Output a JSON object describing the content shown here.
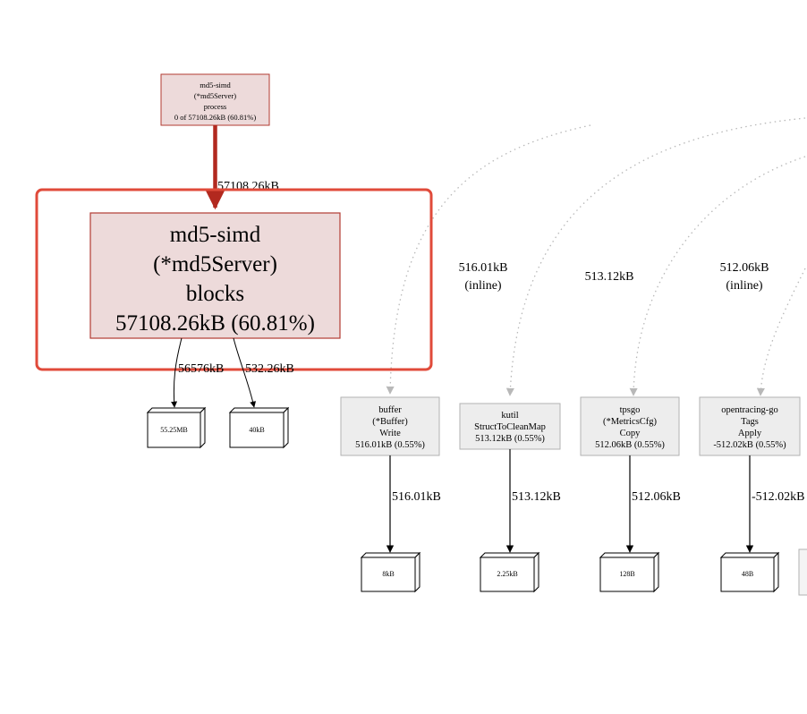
{
  "colors": {
    "hot_fill": "#eddada",
    "hot_stroke": "#b23b32",
    "hot_edge": "#b2291f",
    "highlight": "#e04a3a",
    "node_fill": "#ededed",
    "node_stroke": "#b2b2b2",
    "edge": "#000000",
    "dotted_edge": "#b8b8b8"
  },
  "nodes": {
    "process": {
      "lines": [
        "md5-simd",
        "(*md5Server)",
        "process",
        "0 of 57108.26kB (60.81%)"
      ]
    },
    "blocks": {
      "lines": [
        "md5-simd",
        "(*md5Server)",
        "blocks",
        "57108.26kB (60.81%)"
      ]
    },
    "buffer_write": {
      "lines": [
        "buffer",
        "(*Buffer)",
        "Write",
        "516.01kB (0.55%)"
      ]
    },
    "kutil_struct": {
      "lines": [
        "kutil",
        "StructToCleanMap",
        "513.12kB (0.55%)"
      ]
    },
    "tpsgo_copy": {
      "lines": [
        "tpsgo",
        "(*MetricsCfg)",
        "Copy",
        "512.06kB (0.55%)"
      ]
    },
    "opentracing_tags": {
      "lines": [
        "opentracing-go",
        "Tags",
        "Apply",
        "-512.02kB (0.55%)"
      ]
    }
  },
  "allocations": {
    "a1": "55.25MB",
    "a2": "40kB",
    "a3": "8kB",
    "a4": "2.25kB",
    "a5": "128B",
    "a6": "48B"
  },
  "edges": {
    "process_to_blocks": "57108.26kB",
    "blocks_to_a1": "56576kB",
    "blocks_to_a2": "532.26kB",
    "buffer_to_a3": "516.01kB",
    "kutil_to_a4": "513.12kB",
    "tpsgo_to_a5": "512.06kB",
    "opentracing_to_a6": "-512.02kB"
  },
  "inbound": {
    "buffer": {
      "value": "516.01kB",
      "note": "(inline)"
    },
    "kutil": {
      "value": "513.12kB"
    },
    "tpsgo": {
      "value": "512.06kB",
      "note": "(inline)"
    }
  }
}
